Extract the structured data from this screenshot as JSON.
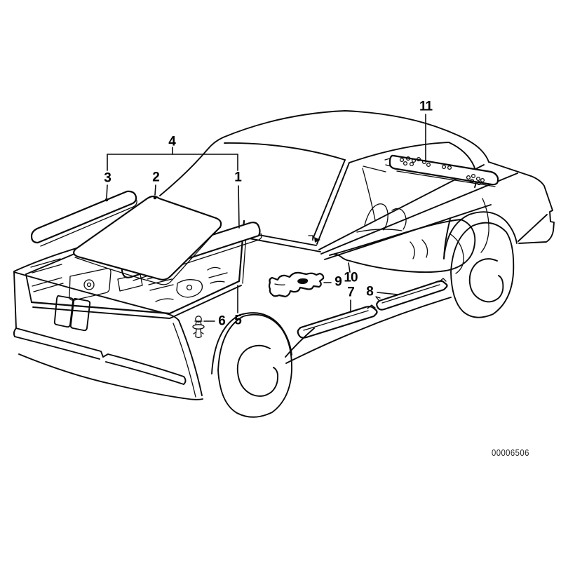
{
  "figure": {
    "callouts": [
      {
        "label": "1"
      },
      {
        "label": "2"
      },
      {
        "label": "3"
      },
      {
        "label": "4"
      },
      {
        "label": "5"
      },
      {
        "label": "6"
      },
      {
        "label": "7"
      },
      {
        "label": "8"
      },
      {
        "label": "9"
      },
      {
        "label": "10"
      },
      {
        "label": "11"
      }
    ],
    "doc_number": "00006506"
  }
}
